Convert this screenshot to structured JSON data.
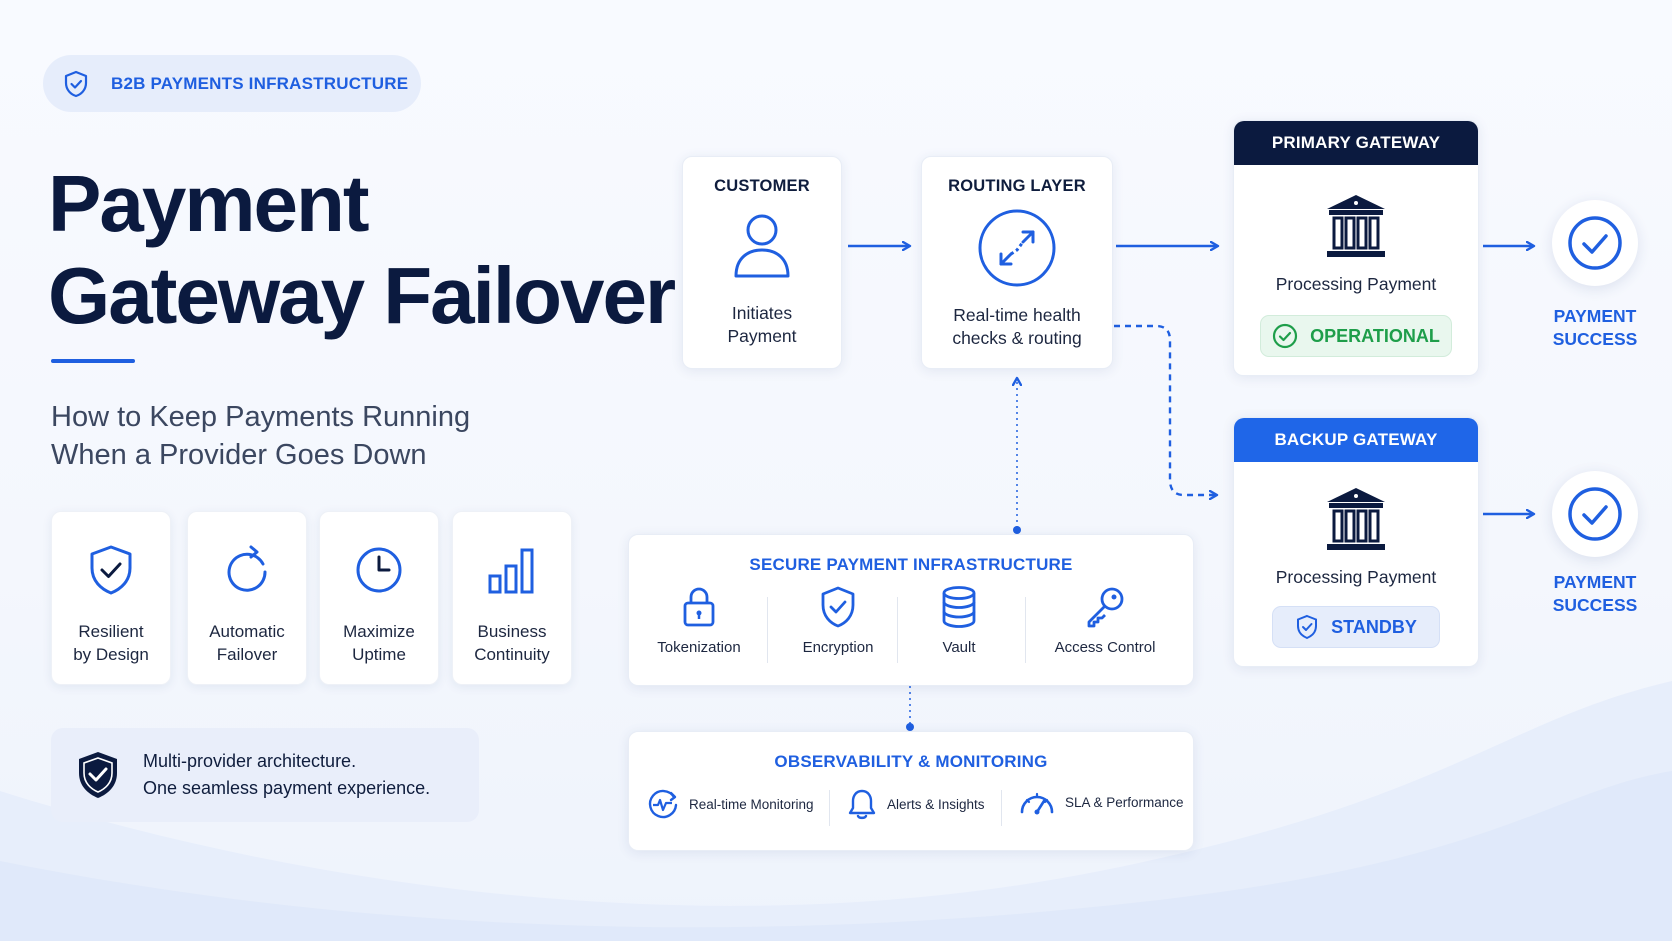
{
  "badge": {
    "label": "B2B PAYMENTS INFRASTRUCTURE",
    "icon": "shield-check-icon"
  },
  "title": {
    "line1": "Payment",
    "line2": "Gateway Failover"
  },
  "subtitle": {
    "line1": "How to Keep Payments Running",
    "line2": "When a Provider Goes Down"
  },
  "features": [
    {
      "icon": "shield-check-icon",
      "line1": "Resilient",
      "line2": "by Design"
    },
    {
      "icon": "refresh-icon",
      "line1": "Automatic",
      "line2": "Failover"
    },
    {
      "icon": "clock-icon",
      "line1": "Maximize",
      "line2": "Uptime"
    },
    {
      "icon": "bar-chart-icon",
      "line1": "Business",
      "line2": "Continuity"
    }
  ],
  "note": {
    "line1": "Multi-provider architecture.",
    "line2": "One seamless payment experience.",
    "icon": "shield-check-icon"
  },
  "customer": {
    "title": "CUSTOMER",
    "line1": "Initiates",
    "line2": "Payment",
    "icon": "user-icon"
  },
  "routing": {
    "title": "ROUTING LAYER",
    "line1": "Real-time health",
    "line2": "checks & routing",
    "icon": "route-arrows-icon"
  },
  "primary": {
    "title": "PRIMARY GATEWAY",
    "desc": "Processing Payment",
    "status": "OPERATIONAL",
    "icon": "bank-icon"
  },
  "backup": {
    "title": "BACKUP GATEWAY",
    "desc": "Processing Payment",
    "status": "STANDBY",
    "icon": "bank-icon"
  },
  "success1": {
    "line1": "PAYMENT",
    "line2": "SUCCESS"
  },
  "success2": {
    "line1": "PAYMENT",
    "line2": "SUCCESS"
  },
  "infrastructure": {
    "title": "SECURE PAYMENT INFRASTRUCTURE",
    "items": [
      {
        "label": "Tokenization",
        "icon": "lock-icon"
      },
      {
        "label": "Encryption",
        "icon": "shield-check-icon"
      },
      {
        "label": "Vault",
        "icon": "database-icon"
      },
      {
        "label": "Access Control",
        "icon": "key-icon"
      }
    ]
  },
  "monitoring": {
    "title": "OBSERVABILITY & MONITORING",
    "items": [
      {
        "label": "Real-time Monitoring",
        "icon": "pulse-icon"
      },
      {
        "label": "Alerts & Insights",
        "icon": "bell-icon"
      },
      {
        "label": "SLA & Performance",
        "icon": "speedometer-icon"
      }
    ]
  },
  "colors": {
    "accent": "#1f5fe0",
    "navy": "#0b1a3f",
    "operational": "#1e9e4a",
    "backup_bar": "#1f66e8",
    "primary_bar": "#0b1a3f"
  }
}
